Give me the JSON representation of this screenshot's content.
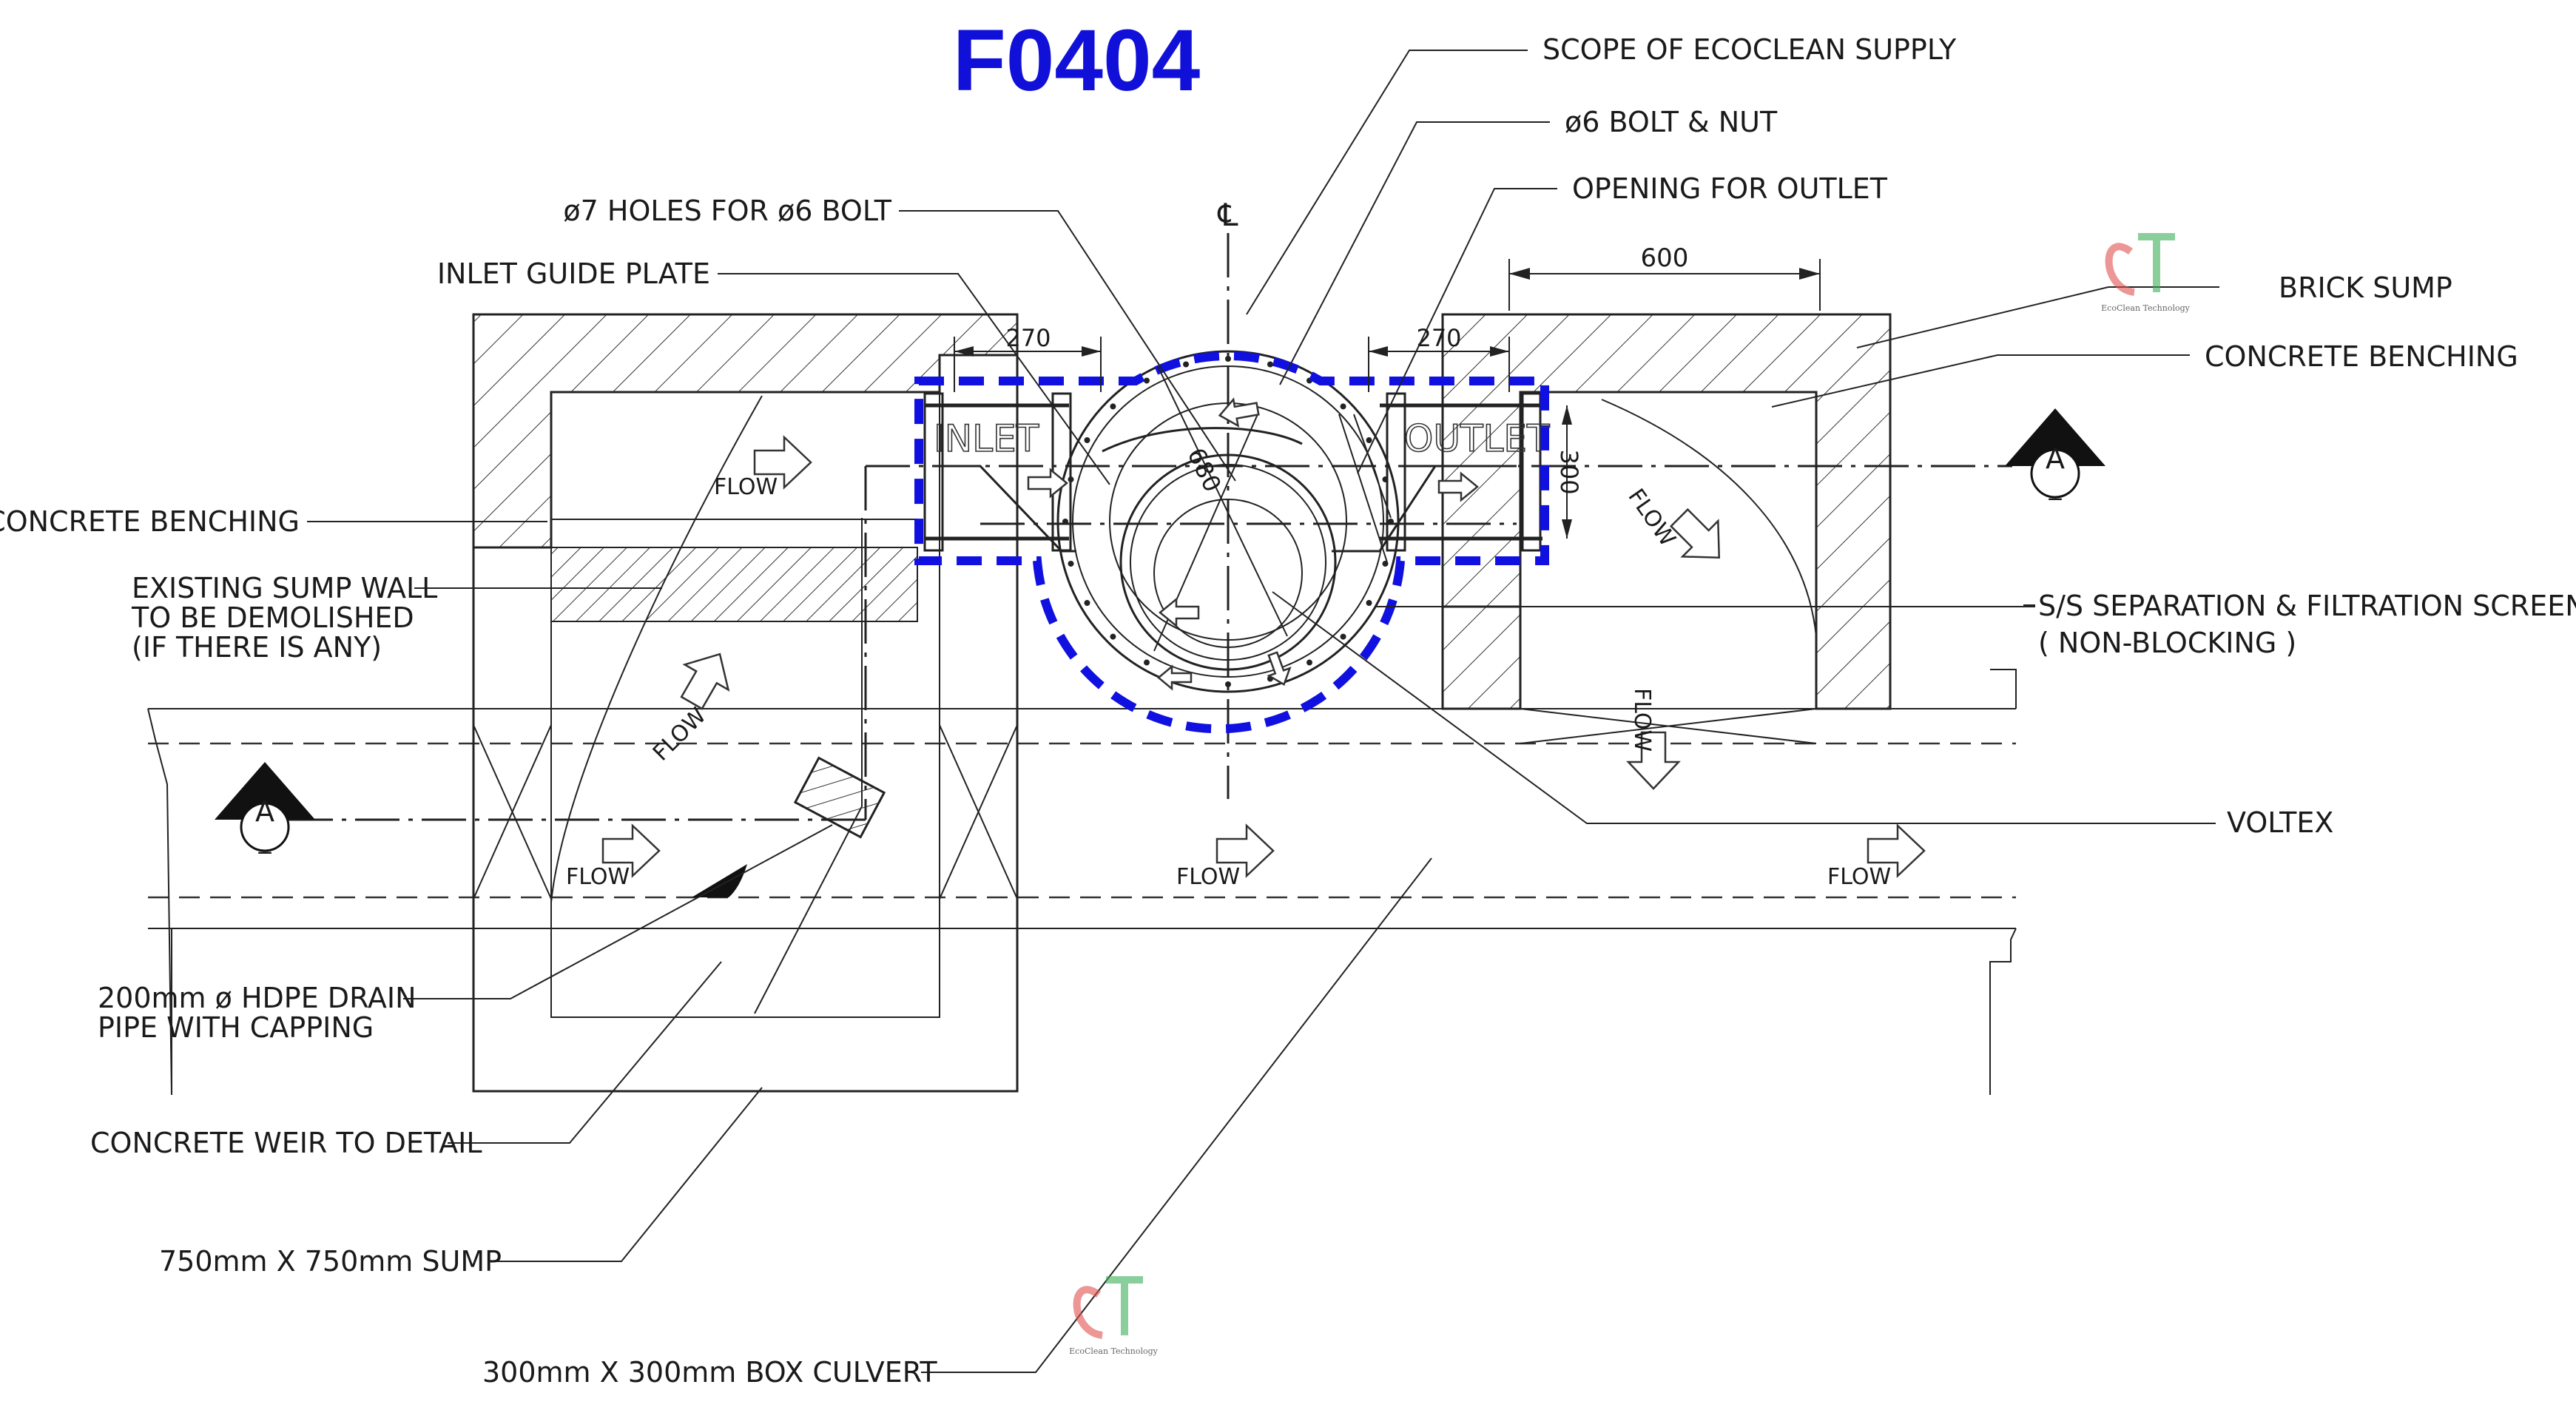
{
  "title": "F0404",
  "centerline_symbol": "℄",
  "section_marker": {
    "letter": "A",
    "bar": "_"
  },
  "labels": {
    "scope": "SCOPE OF ECOCLEAN SUPPLY",
    "bolt_nut": "ø6 BOLT & NUT",
    "opening_outlet": "OPENING FOR OUTLET",
    "holes": "ø7 HOLES FOR ø6 BOLT",
    "inlet_guide": "INLET GUIDE PLATE",
    "brick_sump": "BRICK SUMP",
    "concrete_benching_right": "CONCRETE BENCHING",
    "concrete_benching_left": "CONCRETE BENCHING",
    "existing_wall_1": "EXISTING SUMP WALL",
    "existing_wall_2": "TO BE DEMOLISHED",
    "existing_wall_3": "(IF THERE IS ANY)",
    "screen_1": "S/S SEPARATION & FILTRATION SCREEN",
    "screen_2": "( NON-BLOCKING )",
    "voltex": "VOLTEX",
    "hdpe_1": "200mm ø HDPE DRAIN",
    "hdpe_2": "PIPE WITH CAPPING",
    "weir": "CONCRETE WEIR TO DETAIL",
    "sump": "750mm X 750mm SUMP",
    "culvert": "300mm X 300mm BOX CULVERT",
    "inlet": "INLET",
    "outlet": "OUTLET",
    "flow": "FLOW"
  },
  "dimensions": {
    "d600": "600",
    "d270_left": "270",
    "d270_right": "270",
    "d300": "300",
    "d680": "680"
  },
  "logo": {
    "caption": "EcoClean Technology",
    "colors": {
      "red": "#e05050",
      "green": "#3cae5a"
    }
  },
  "colors": {
    "title": "#1010d8",
    "scope_outline": "#1010e0",
    "linework": "#222222"
  }
}
